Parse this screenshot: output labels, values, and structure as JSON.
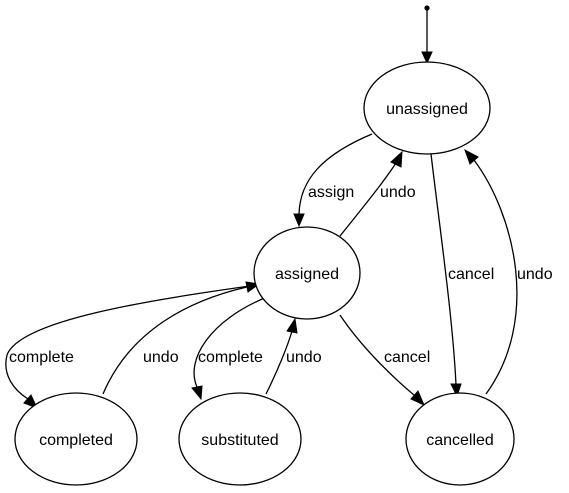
{
  "diagram": {
    "nodes": {
      "unassigned": "unassigned",
      "assigned": "assigned",
      "completed": "completed",
      "substituted": "substituted",
      "cancelled": "cancelled"
    },
    "edges": {
      "assign": "assign",
      "undo_assigned_unassigned": "undo",
      "cancel_unassigned": "cancel",
      "undo_cancelled_unassigned": "undo",
      "complete_completed": "complete",
      "undo_completed_assigned": "undo",
      "complete_substituted": "complete",
      "undo_substituted_assigned": "undo",
      "cancel_assigned": "cancel"
    }
  }
}
